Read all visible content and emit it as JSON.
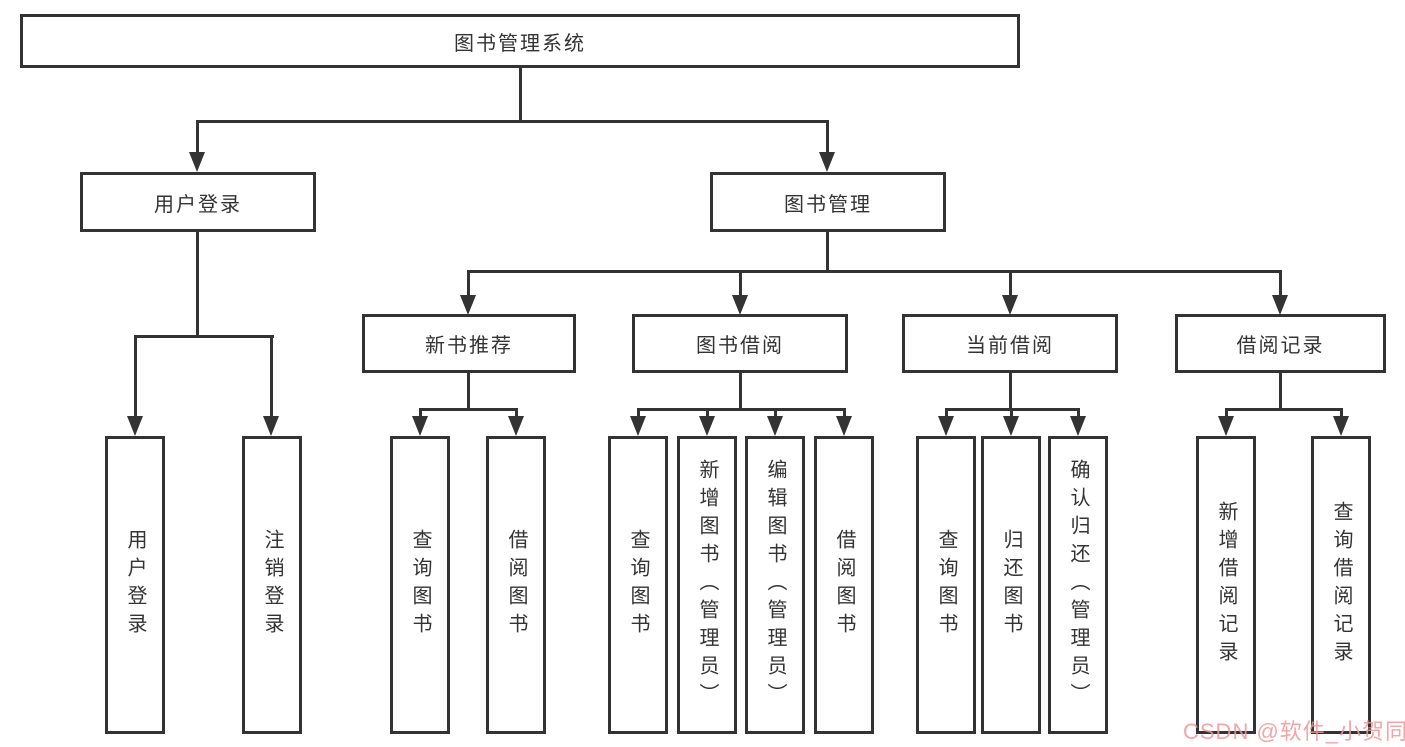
{
  "tree": {
    "root": "图书管理系统",
    "branches": [
      {
        "label": "用户登录",
        "children": [
          "用户登录",
          "注销登录"
        ]
      },
      {
        "label": "图书管理",
        "groups": [
          {
            "label": "新书推荐",
            "children": [
              "查询图书",
              "借阅图书"
            ]
          },
          {
            "label": "图书借阅",
            "children": [
              "查询图书",
              "新增图书（管理员）",
              "编辑图书（管理员）",
              "借阅图书"
            ]
          },
          {
            "label": "当前借阅",
            "children": [
              "查询图书",
              "归还图书",
              "确认归还（管理员）"
            ]
          },
          {
            "label": "借阅记录",
            "children": [
              "新增借阅记录",
              "查询借阅记录"
            ]
          }
        ]
      }
    ]
  },
  "watermark": {
    "text": "CSDN @软件_小贺同学",
    "color": "#ee9698"
  },
  "colors": {
    "line": "#333333",
    "box_border": "#333333",
    "text": "#333333",
    "background": "#ffffff"
  }
}
